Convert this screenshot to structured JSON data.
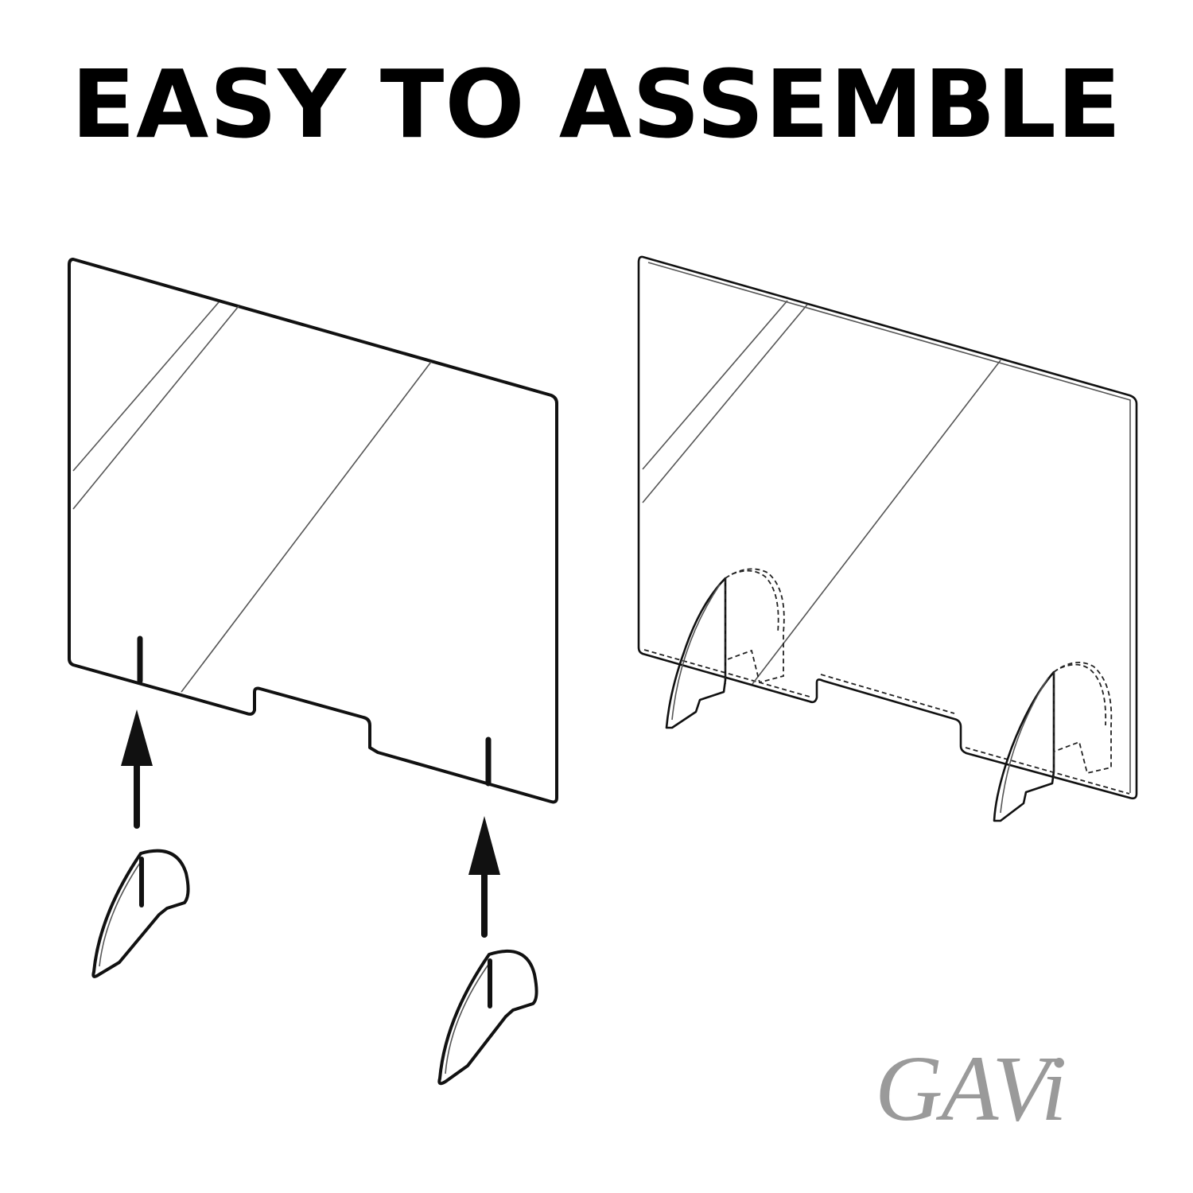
{
  "headline": "EASY TO ASSEMBLE",
  "logo": "GAVi",
  "colors": {
    "ink": "#000000",
    "logo": "#9a9a9a",
    "background": "#ffffff"
  },
  "icons": {
    "left": "panel-with-arrows-exploded-view",
    "right": "assembled-panel-with-feet"
  }
}
